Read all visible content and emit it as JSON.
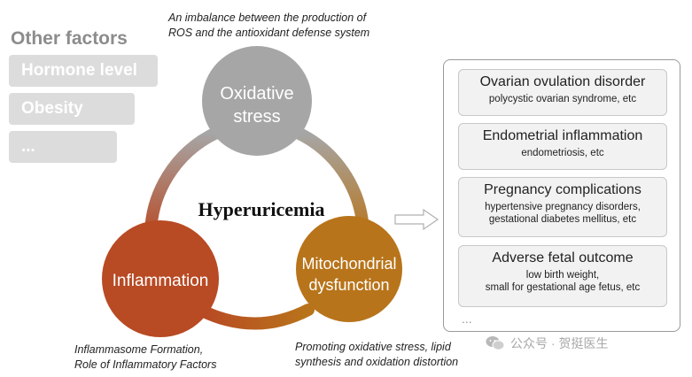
{
  "other_factors": {
    "title": "Other factors",
    "items": [
      "Hormone level",
      "Obesity",
      "..."
    ]
  },
  "center_label": "Hyperuricemia",
  "nodes": {
    "oxidative": {
      "line1": "Oxidative",
      "line2": "stress",
      "note_line1": "An imbalance between the production of",
      "note_line2": "ROS and the antioxidant defense system"
    },
    "inflammation": {
      "label": "Inflammation",
      "note_line1": "Inflammasome Formation,",
      "note_line2": "Role of Inflammatory Factors"
    },
    "mitochondrial": {
      "line1": "Mitochondrial",
      "line2": "dysfunction",
      "note_line1": "Promoting oxidative stress, lipid",
      "note_line2": "synthesis and oxidation distortion"
    }
  },
  "outcomes": [
    {
      "title": "Ovarian ovulation disorder",
      "sub1": "polycystic ovarian syndrome, etc",
      "sub2": ""
    },
    {
      "title": "Endometrial inflammation",
      "sub1": "endometriosis, etc",
      "sub2": ""
    },
    {
      "title": "Pregnancy complications",
      "sub1": "hypertensive pregnancy disorders,",
      "sub2": "gestational diabetes mellitus, etc"
    },
    {
      "title": "Adverse fetal outcome",
      "sub1": "low birth weight,",
      "sub2": "small for gestational age fetus, etc"
    }
  ],
  "panel_ellipsis": "...",
  "watermark": "公众号 · 贺挺医生",
  "colors": {
    "oxidative": "#a6a6a6",
    "inflammation": "#b84a24",
    "mitochondrial": "#b8741a",
    "factor_box": "#dcdcdc"
  }
}
